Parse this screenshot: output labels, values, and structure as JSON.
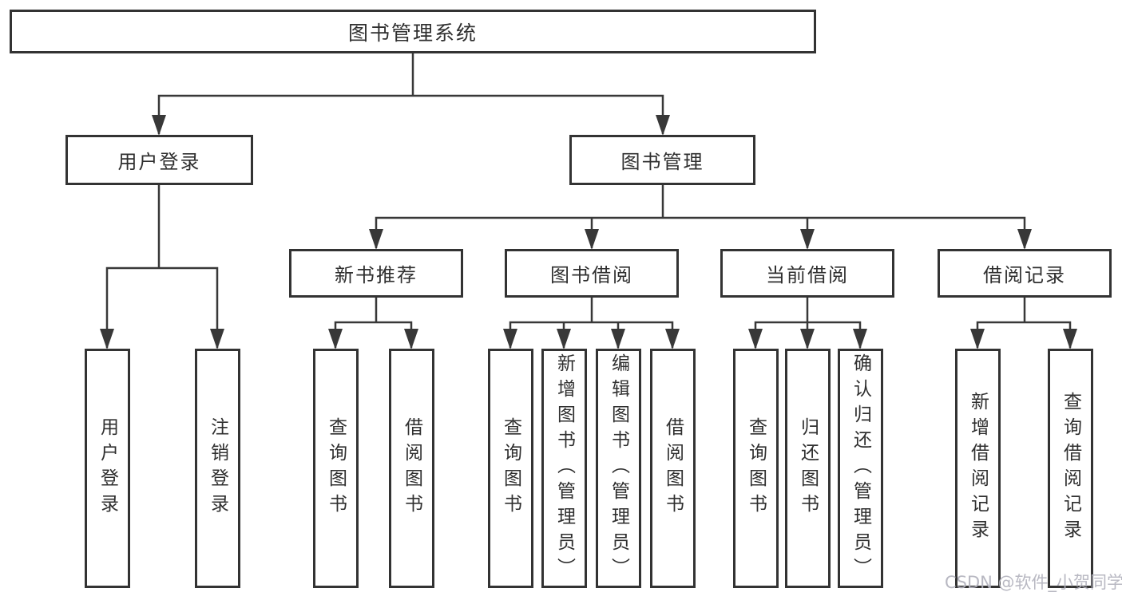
{
  "diagram": {
    "title": "图书管理系统",
    "nodes": {
      "root": {
        "label": "图书管理系统"
      },
      "user_login": {
        "label": "用户登录"
      },
      "book_management": {
        "label": "图书管理"
      },
      "new_book_recommend": {
        "label": "新书推荐"
      },
      "book_borrow": {
        "label": "图书借阅"
      },
      "current_borrow": {
        "label": "当前借阅"
      },
      "borrow_record": {
        "label": "借阅记录"
      }
    },
    "leaves": [
      {
        "id": "user-login",
        "label": "用户登录",
        "parent": "用户登录"
      },
      {
        "id": "logout",
        "label": "注销登录",
        "parent": "用户登录"
      },
      {
        "id": "query-book-1",
        "label": "查询图书",
        "parent": "新书推荐"
      },
      {
        "id": "borrow-book-1",
        "label": "借阅图书",
        "parent": "新书推荐"
      },
      {
        "id": "query-book-2",
        "label": "查询图书",
        "parent": "图书借阅"
      },
      {
        "id": "add-book-admin",
        "label": "新增图书（管理员）",
        "parent": "图书借阅"
      },
      {
        "id": "edit-book-admin",
        "label": "编辑图书（管理员）",
        "parent": "图书借阅"
      },
      {
        "id": "borrow-book-2",
        "label": "借阅图书",
        "parent": "图书借阅"
      },
      {
        "id": "query-book-3",
        "label": "查询图书",
        "parent": "当前借阅"
      },
      {
        "id": "return-book",
        "label": "归还图书",
        "parent": "当前借阅"
      },
      {
        "id": "confirm-return-admin",
        "label": "确认归还（管理员）",
        "parent": "当前借阅"
      },
      {
        "id": "add-borrow-record",
        "label": "新增借阅记录",
        "parent": "借阅记录"
      },
      {
        "id": "query-borrow-record",
        "label": "查询借阅记录",
        "parent": "借阅记录"
      }
    ]
  },
  "watermark": "CSDN @软件_小贺同学",
  "colors": {
    "line": "#383838",
    "box_border": "#333333",
    "text": "#2f2f2f",
    "watermark": "#b2b2bd",
    "background": "#ffffff"
  }
}
